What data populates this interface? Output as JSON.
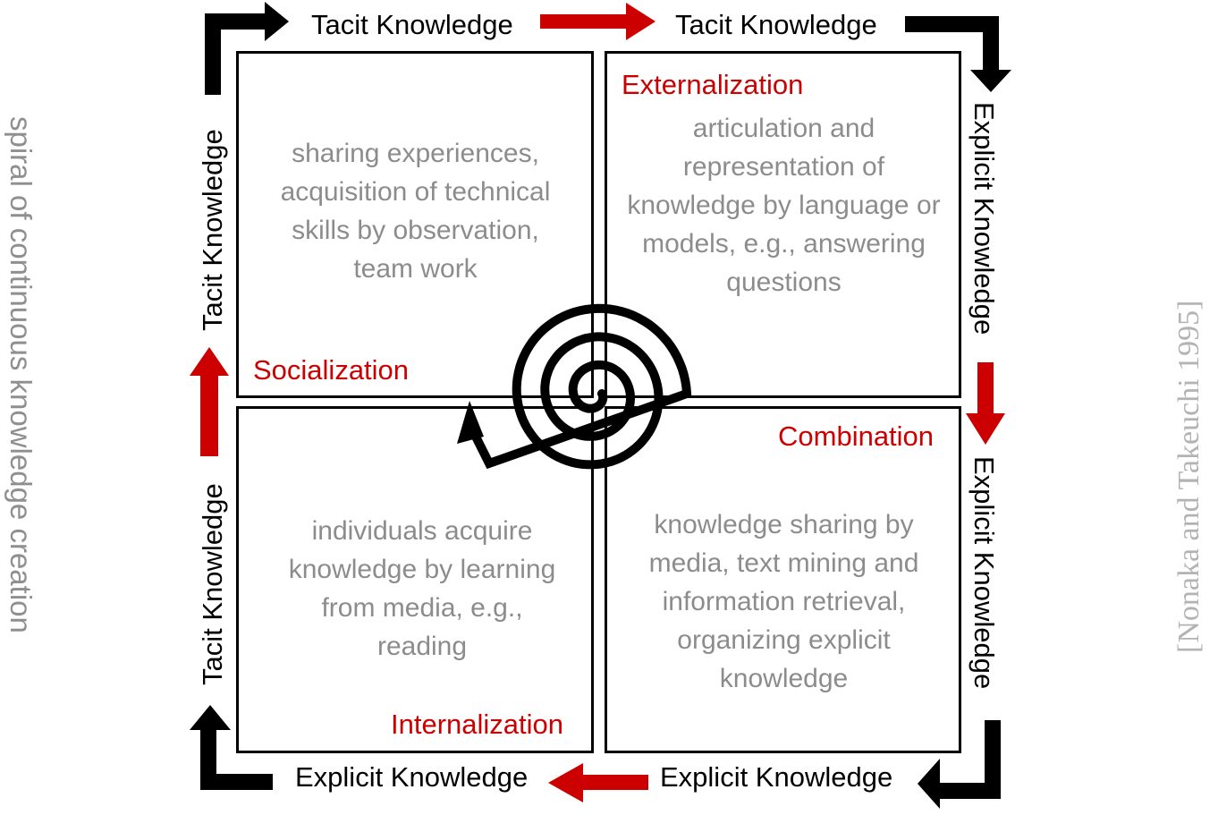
{
  "side_title": "spiral of continuous knowledge creation",
  "citation": "[Nonaka and Takeuchi 1995]",
  "flow_labels": {
    "top_left": "Tacit Knowledge",
    "top_right": "Tacit Knowledge",
    "right_top": "Explicit Knowledge",
    "right_bottom": "Explicit Knowledge",
    "bottom_right": "Explicit Knowledge",
    "bottom_left": "Explicit Knowledge",
    "left_bottom": "Tacit Knowledge",
    "left_top": "Tacit Knowledge"
  },
  "quadrants": {
    "socialization": {
      "title": "Socialization",
      "description": "sharing experiences, acquisition of technical skills by observation, team work"
    },
    "externalization": {
      "title": "Externalization",
      "description": "articulation and representation of knowledge by language or models, e.g., answering questions"
    },
    "combination": {
      "title": "Combination",
      "description": "knowledge sharing by media, text mining and information retrieval, organizing explicit knowledge"
    },
    "internalization": {
      "title": "Internalization",
      "description": "individuals acquire knowledge by learning from media, e.g., reading"
    }
  },
  "colors": {
    "accent_red": "#cc0000",
    "description_gray": "#8c8c8c",
    "side_text_gray": "#8f8f8f",
    "citation_gray": "#b3b3b3"
  }
}
